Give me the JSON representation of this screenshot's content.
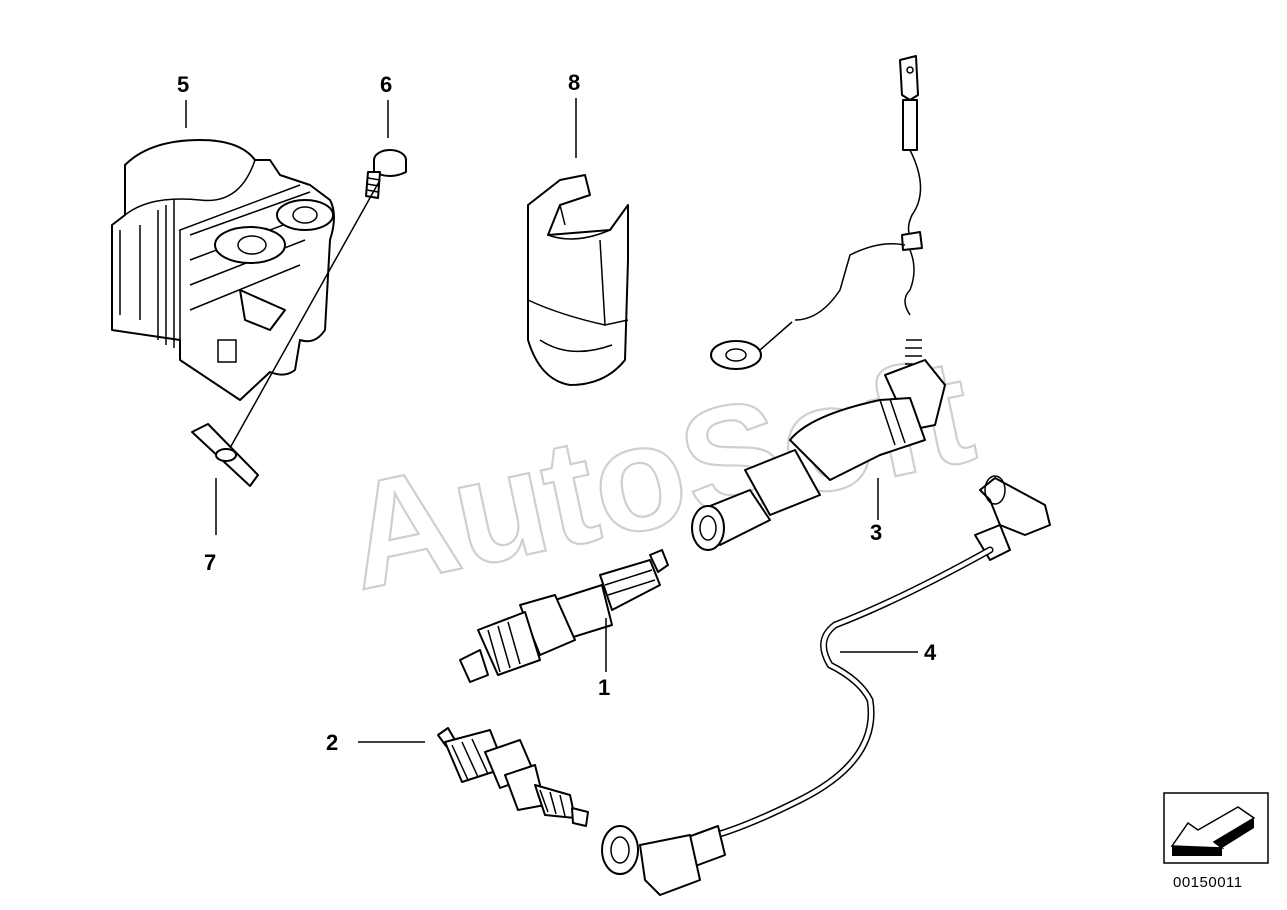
{
  "watermark": "AutoSoft",
  "diagram_code": "00150011",
  "callouts": [
    {
      "id": "1",
      "label": "1"
    },
    {
      "id": "2",
      "label": "2"
    },
    {
      "id": "3",
      "label": "3"
    },
    {
      "id": "4",
      "label": "4"
    },
    {
      "id": "5",
      "label": "5"
    },
    {
      "id": "6",
      "label": "6"
    },
    {
      "id": "7",
      "label": "7"
    },
    {
      "id": "8",
      "label": "8"
    }
  ],
  "icons": {
    "nav": "arrow-down-left-icon"
  },
  "colors": {
    "line": "#000000",
    "watermark": "#cfcfcf",
    "background": "#ffffff"
  }
}
